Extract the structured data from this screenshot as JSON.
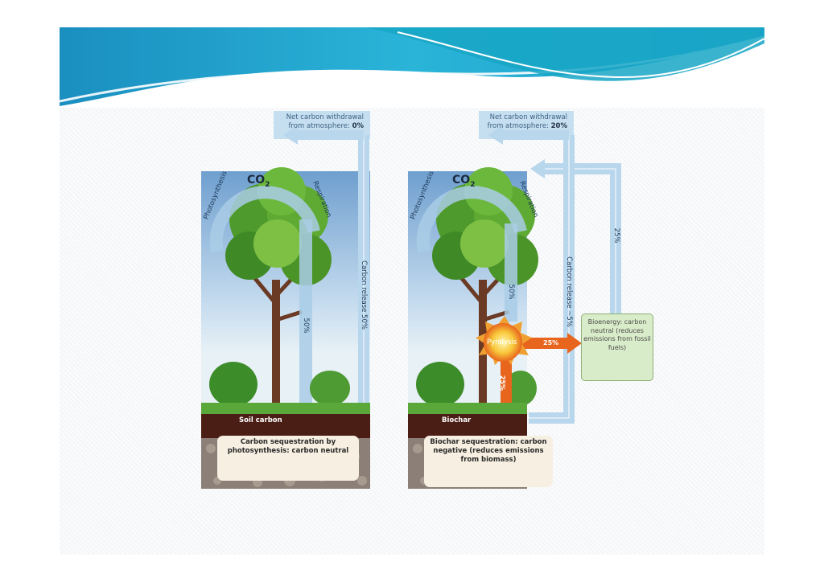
{
  "left_panel": {
    "header_prefix": "Net carbon withdrawal from atmosphere:",
    "header_value": "0%",
    "co2": "CO",
    "co2_sub": "2",
    "photosynthesis": "Photosynthesis",
    "respiration": "Respiration",
    "carbon_release": "Carbon release 50%",
    "down_pct": "50%",
    "soil_label": "Soil carbon",
    "caption": "Carbon sequestration by photosynthesis: carbon neutral"
  },
  "right_panel": {
    "header_prefix": "Net carbon withdrawal from atmosphere:",
    "header_value": "20%",
    "co2": "CO",
    "co2_sub": "2",
    "photosynthesis": "Photosynthesis",
    "respiration": "Respiration",
    "carbon_release": "Carbon release ~5%",
    "bio_pct": "25%",
    "down_pct": "50%",
    "pyrolysis": "Pyrolysis",
    "to_bioenergy_pct": "25%",
    "to_biochar_pct": "25%",
    "bioenergy_label": "Bioenergy: carbon neutral (reduces emissions from fossil fuels)",
    "soil_label": "Biochar",
    "caption": "Biochar sequestration: carbon negative (reduces emissions from biomass)"
  },
  "colors": {
    "banner_teal": "#1fa3c8",
    "arrow_blue": "#a9cde6",
    "soil_dark": "#4a1e14",
    "orange": "#e8651e",
    "bioenergy_green": "#d9ecc9"
  }
}
